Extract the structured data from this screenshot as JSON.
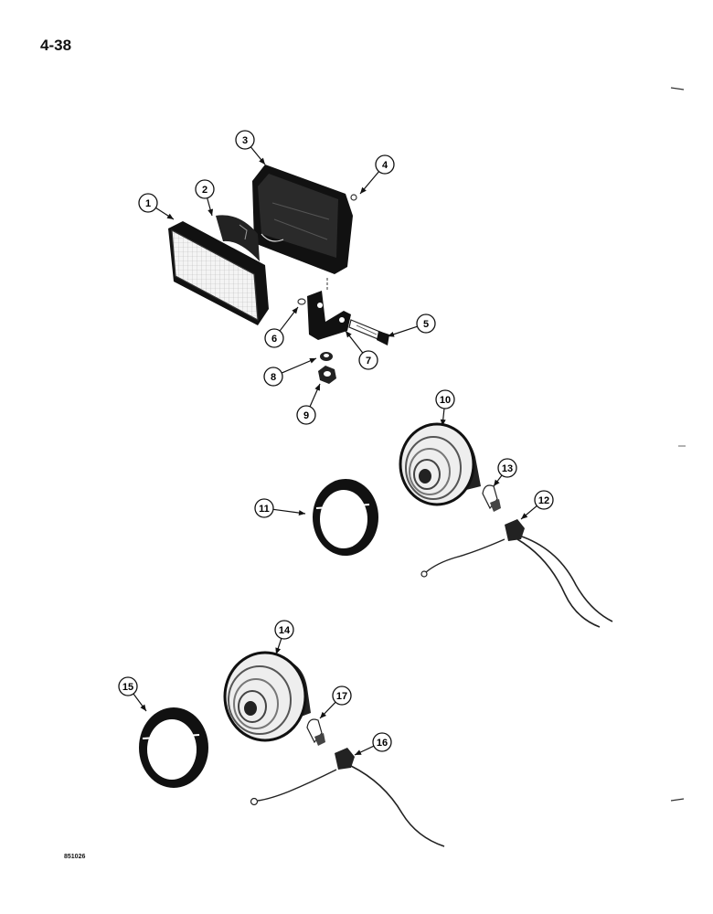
{
  "page_number": "4-38",
  "figure_code": "851026",
  "callouts": [
    {
      "id": "1",
      "label": "1"
    },
    {
      "id": "2",
      "label": "2"
    },
    {
      "id": "3",
      "label": "3"
    },
    {
      "id": "4",
      "label": "4"
    },
    {
      "id": "5",
      "label": "5"
    },
    {
      "id": "6",
      "label": "6"
    },
    {
      "id": "7",
      "label": "7"
    },
    {
      "id": "8",
      "label": "8"
    },
    {
      "id": "9",
      "label": "9"
    },
    {
      "id": "10",
      "label": "10"
    },
    {
      "id": "11",
      "label": "11"
    },
    {
      "id": "12",
      "label": "12"
    },
    {
      "id": "13",
      "label": "13"
    },
    {
      "id": "14",
      "label": "14"
    },
    {
      "id": "15",
      "label": "15"
    },
    {
      "id": "16",
      "label": "16"
    },
    {
      "id": "17",
      "label": "17"
    }
  ]
}
